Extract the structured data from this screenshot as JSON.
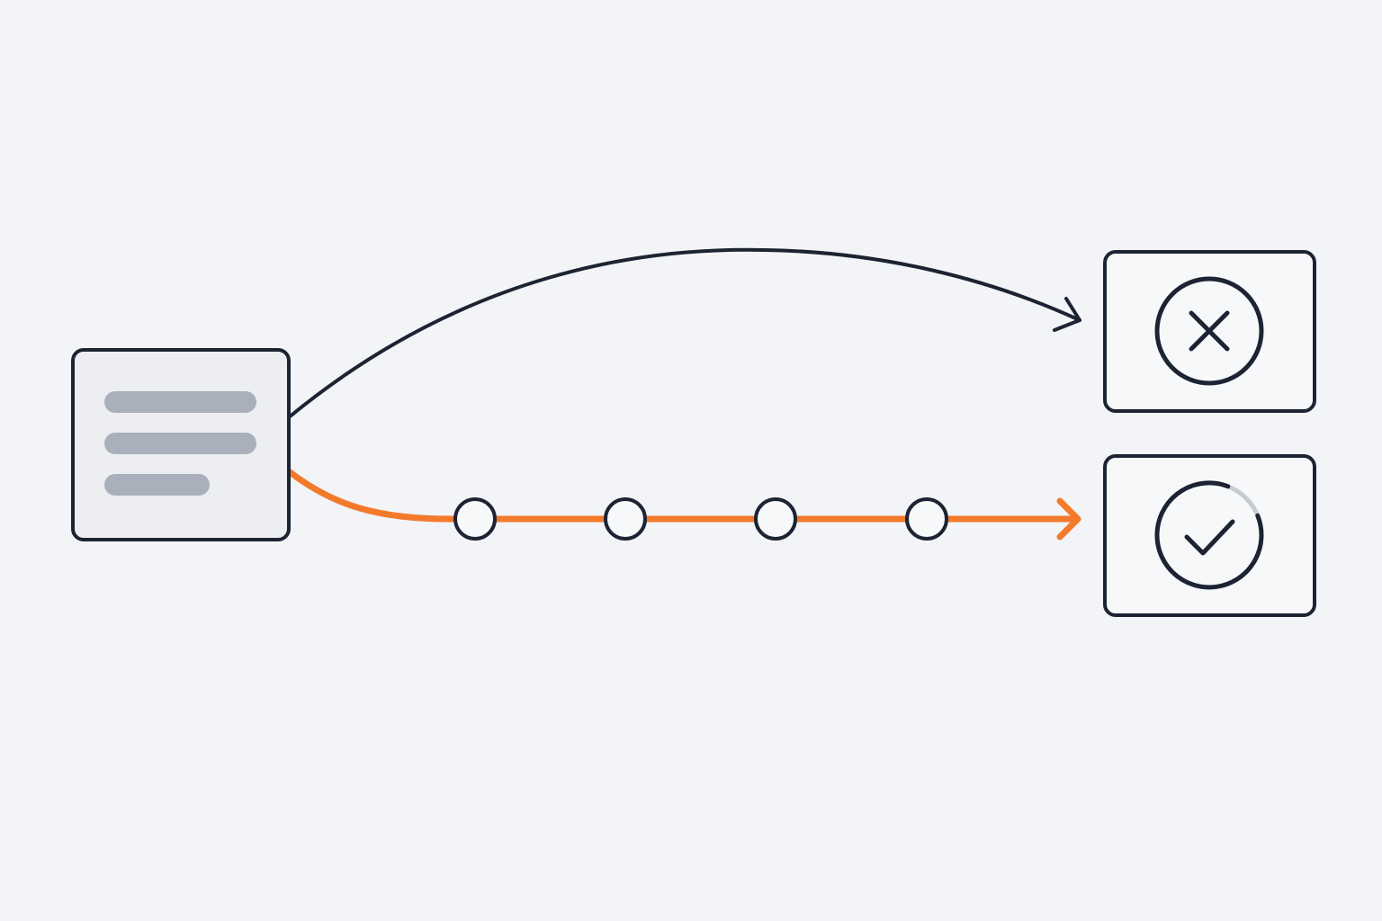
{
  "diagram": {
    "colors": {
      "background": "#f2f4f7",
      "ink": "#1c2433",
      "accent": "#f47a2b",
      "card_fill": "#f7f8fa",
      "doc_fill": "#eceef2",
      "text_lines": "#a9b0bb",
      "progress_track": "#c6cbd2"
    },
    "nodes": [
      {
        "id": "source-document",
        "icon": "document-icon"
      },
      {
        "id": "rejected-outcome",
        "icon": "x-circle-icon"
      },
      {
        "id": "accepted-outcome",
        "icon": "check-circle-icon"
      }
    ],
    "edges": [
      {
        "from": "source-document",
        "to": "rejected-outcome",
        "style": "dark-curve"
      },
      {
        "from": "source-document",
        "to": "accepted-outcome",
        "style": "orange-path",
        "checkpoints": 4
      }
    ]
  }
}
